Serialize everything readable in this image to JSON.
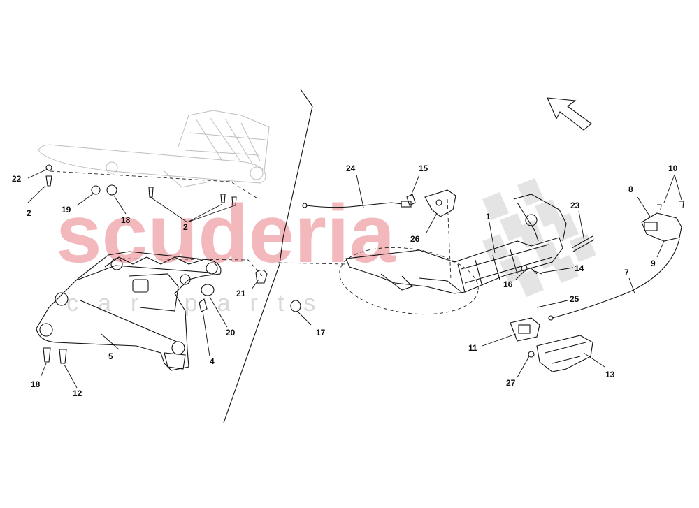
{
  "watermark": {
    "brand": "scuderia",
    "sub": "car parts"
  },
  "callouts": [
    {
      "id": "c1",
      "text": "1"
    },
    {
      "id": "c2a",
      "text": "2"
    },
    {
      "id": "c2b",
      "text": "2"
    },
    {
      "id": "c4",
      "text": "4"
    },
    {
      "id": "c5",
      "text": "5"
    },
    {
      "id": "c7",
      "text": "7"
    },
    {
      "id": "c8",
      "text": "8"
    },
    {
      "id": "c9",
      "text": "9"
    },
    {
      "id": "c10",
      "text": "10"
    },
    {
      "id": "c11",
      "text": "11"
    },
    {
      "id": "c12",
      "text": "12"
    },
    {
      "id": "c13",
      "text": "13"
    },
    {
      "id": "c14",
      "text": "14"
    },
    {
      "id": "c15",
      "text": "15"
    },
    {
      "id": "c16",
      "text": "16"
    },
    {
      "id": "c17",
      "text": "17"
    },
    {
      "id": "c18a",
      "text": "18"
    },
    {
      "id": "c18b",
      "text": "18"
    },
    {
      "id": "c19",
      "text": "19"
    },
    {
      "id": "c20",
      "text": "20"
    },
    {
      "id": "c21",
      "text": "21"
    },
    {
      "id": "c22",
      "text": "22"
    },
    {
      "id": "c23",
      "text": "23"
    },
    {
      "id": "c24",
      "text": "24"
    },
    {
      "id": "c25",
      "text": "25"
    },
    {
      "id": "c26",
      "text": "26"
    },
    {
      "id": "c27",
      "text": "27"
    }
  ]
}
